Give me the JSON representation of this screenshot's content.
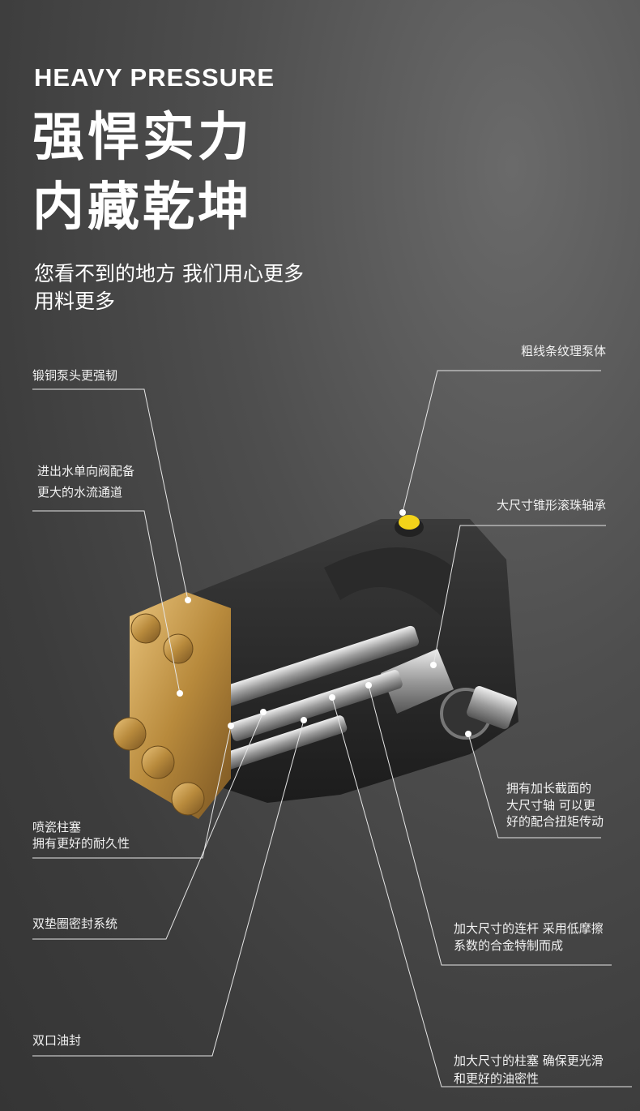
{
  "header": {
    "english_title": "HEAVY PRESSURE",
    "title_line1": "强悍实力",
    "title_line2": "内藏乾坤",
    "subtitle_line1": "您看不到的地方 我们用心更多",
    "subtitle_line2": "用料更多"
  },
  "callouts": {
    "pump_body": "粗线条纹理泵体",
    "forged_head": "锻铜泵头更强韧",
    "check_valve_1": "进出水单向阀配备",
    "check_valve_2": "更大的水流通道",
    "bearing": "大尺寸锥形滚珠轴承",
    "shaft_1": "拥有加长截面的",
    "shaft_2": "大尺寸轴 可以更",
    "shaft_3": "好的配合扭矩传动",
    "ceramic_1": "喷瓷柱塞",
    "ceramic_2": "拥有更好的耐久性",
    "gasket": "双垫圈密封系统",
    "rod_1": "加大尺寸的连杆 采用低摩擦",
    "rod_2": "系数的合金特制而成",
    "oil_seal": "双口油封",
    "plunger_1": "加大尺寸的柱塞 确保更光滑",
    "plunger_2": "和更好的油密性"
  }
}
